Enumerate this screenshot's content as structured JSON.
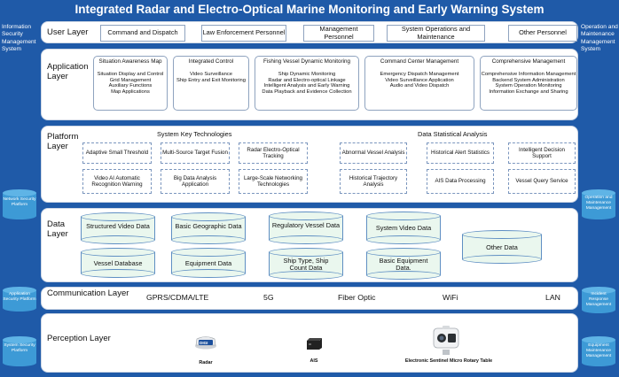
{
  "title": "Integrated Radar and Electro-Optical Marine Monitoring and Early Warning System",
  "left_side": {
    "info_security": "Information Security Management System",
    "network_platform": "Network Security Platform",
    "application_platform": "Application Security Platform",
    "system_platform": "System Security Platform"
  },
  "right_side": {
    "ops_system": "Operation and Maintenance Management System",
    "ops_management": "Operation and Maintenance Management",
    "incident_response": "Incident Response Management",
    "equipment_maintenance": "Equipment Maintenance Management"
  },
  "user_layer": {
    "label": "User Layer",
    "items": [
      "Command and Dispatch",
      "Law Enforcement Personnel",
      "Management Personnel",
      "System Operations and Maintenance",
      "Other Personnel"
    ]
  },
  "application_layer": {
    "label": "Application Layer",
    "modules": [
      {
        "title": "Situation Awareness Map",
        "items": [
          "Situation Display and Control",
          "Grid Management",
          "Auxiliary Functions",
          "Map Applications"
        ]
      },
      {
        "title": "Integrated Control",
        "items": [
          "Video Surveillance",
          "Ship Entry and Exit Monitoring"
        ]
      },
      {
        "title": "Fishing Vessel Dynamic Monitoring",
        "items": [
          "Ship Dynamic Monitoring",
          "Radar and Electro-optical Linkage",
          "Intelligent Analysis and Early Warning",
          "Data Playback and Evidence Collection"
        ]
      },
      {
        "title": "Command Center Management",
        "items": [
          "Emergency Dispatch Management",
          "Video Surveillance Application",
          "Audio and Video Dispatch"
        ]
      },
      {
        "title": "Comprehensive Management",
        "items": [
          "Comprehensive Information Management",
          "Backend System Administration",
          "System Operation Monitoring",
          "Information Exchange and Sharing"
        ]
      }
    ]
  },
  "platform_layer": {
    "label": "Platform Layer",
    "key_tech_title": "System Key Technologies",
    "key_tech": [
      "Adaptive Small Threshold",
      "Multi-Source Target Fusion",
      "Radar Electro-Optical Tracking",
      "Video AI Automatic Recognition Warning",
      "Big Data Analysis Application",
      "Large-Scale Networking Technologies"
    ],
    "stats_title": "Data Statistical Analysis",
    "stats": [
      "Abnormal Vessel Analysis",
      "Historical Alert Statistics",
      "Intelligent Decision Support",
      "Historical Trajectory Analysis",
      "AIS Data Processing",
      "Vessel Query Service"
    ]
  },
  "data_layer": {
    "label": "Data Layer",
    "stores": [
      "Structured Video Data",
      "Basic Geographic Data",
      "Regulatory Vessel Data",
      "System Video Data",
      "Vessel Database",
      "Equipment Data",
      "Ship Type, Ship Count Data",
      "Basic Equipment Data.",
      "Other Data"
    ]
  },
  "communication_layer": {
    "label": "Communication Layer",
    "items": [
      "GPRS/CDMA/LTE",
      "5G",
      "Fiber Optic",
      "WiFi",
      "LAN"
    ]
  },
  "perception_layer": {
    "label": "Perception Layer",
    "devices": [
      {
        "label": "Radar",
        "brand": "DIGI"
      },
      {
        "label": "AIS"
      },
      {
        "label": "Electronic Sentinel Micro Rotary Table"
      }
    ]
  },
  "colors": {
    "background": "#1f5aa8",
    "cylinder_fill": "#eaf7ee",
    "side_cylinder": "#3d9ad6"
  }
}
